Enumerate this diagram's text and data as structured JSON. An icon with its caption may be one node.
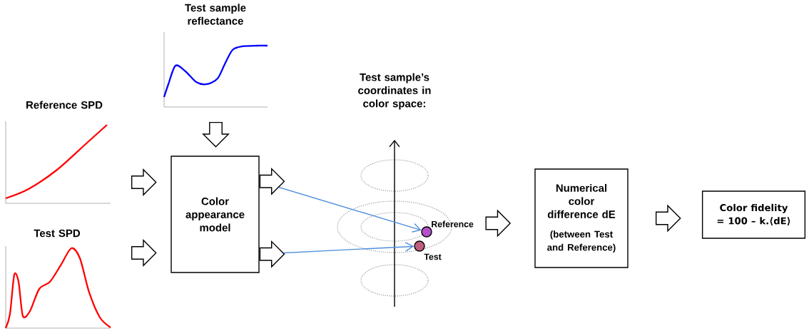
{
  "diagram": {
    "nodes": [
      {
        "text": [
          "Reference SPD"
        ]
      },
      {
        "text": [
          "Test SPD"
        ]
      },
      {
        "text": [
          "Test sample reflectance"
        ]
      },
      {
        "text": [
          "Color appearance model"
        ]
      },
      {
        "text": [
          "Test sample’s coordinates in color space:"
        ]
      },
      {
        "text": [],
        "shape": "circle",
        "beside": [
          "Reference"
        ],
        "in": 4
      },
      {
        "text": [],
        "shape": "circle",
        "beside": [
          "Test"
        ],
        "in": 4
      },
      {
        "text": [
          "Numerical color difference dE",
          "(between Test and Reference)"
        ]
      },
      {
        "text": [
          "Color fidelity = 100 – k.⟨dE⟩"
        ]
      }
    ],
    "edges": [
      {
        "from": 0,
        "to": 3,
        "arrow": "to"
      },
      {
        "from": 1,
        "to": 3,
        "arrow": "to"
      },
      {
        "from": 2,
        "to": 3,
        "arrow": "to"
      },
      {
        "from": 3,
        "to": 5,
        "arrow": "to",
        "color": "#4f8fdd"
      },
      {
        "from": 3,
        "to": 6,
        "arrow": "to",
        "color": "#4f8fdd"
      },
      {
        "from": 4,
        "to": 7,
        "arrow": "to"
      },
      {
        "from": 7,
        "to": 8,
        "arrow": "to"
      }
    ]
  }
}
